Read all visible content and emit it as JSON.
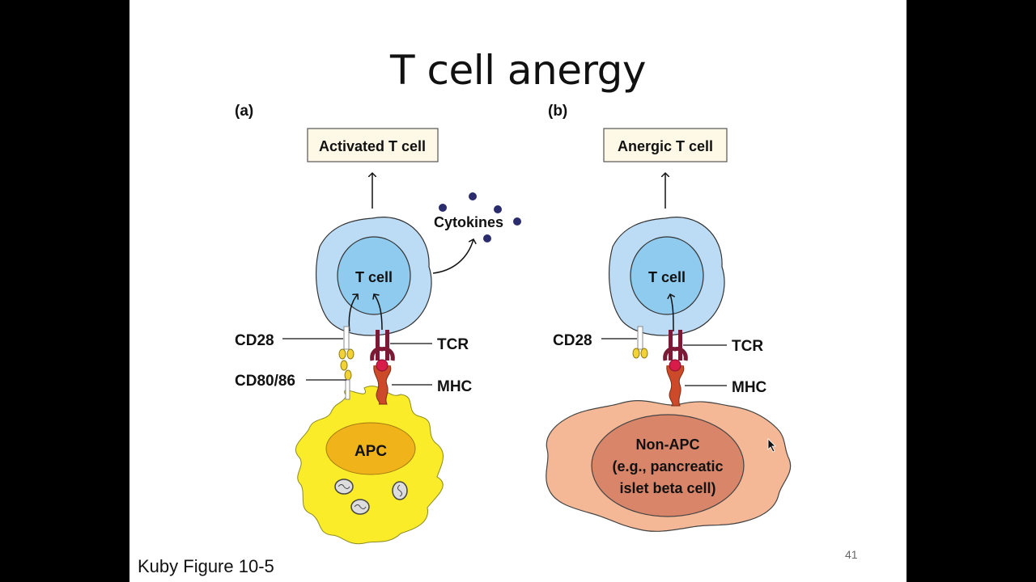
{
  "slide": {
    "title": "T cell anergy",
    "caption": "Kuby Figure 10-5",
    "slide_number": "41"
  },
  "panel_a": {
    "label": "(a)",
    "result_box": "Activated T cell",
    "cell_label": "T cell",
    "cytokines_label": "Cytokines",
    "cd28_label": "CD28",
    "cd80_label": "CD80/86",
    "tcr_label": "TCR",
    "mhc_label": "MHC",
    "apc_label": "APC"
  },
  "panel_b": {
    "label": "(b)",
    "result_box": "Anergic T cell",
    "cell_label": "T cell",
    "cd28_label": "CD28",
    "tcr_label": "TCR",
    "mhc_label": "MHC",
    "nonapc_line1": "Non-APC",
    "nonapc_line2": "(e.g., pancreatic",
    "nonapc_line3": "islet beta cell)"
  },
  "colors": {
    "tcell_outer": "#bcdcf5",
    "tcell_inner": "#8ecbee",
    "apc_body": "#fbec2a",
    "apc_nucleus": "#f0b41a",
    "nonapc_body": "#f5b896",
    "nonapc_nucleus": "#d9856a",
    "tcr": "#7a1a35",
    "mhc": "#cc4a2a",
    "antigen": "#d81c4a",
    "cytokine": "#2a2c6e",
    "result_box": "#fdf9e6"
  }
}
